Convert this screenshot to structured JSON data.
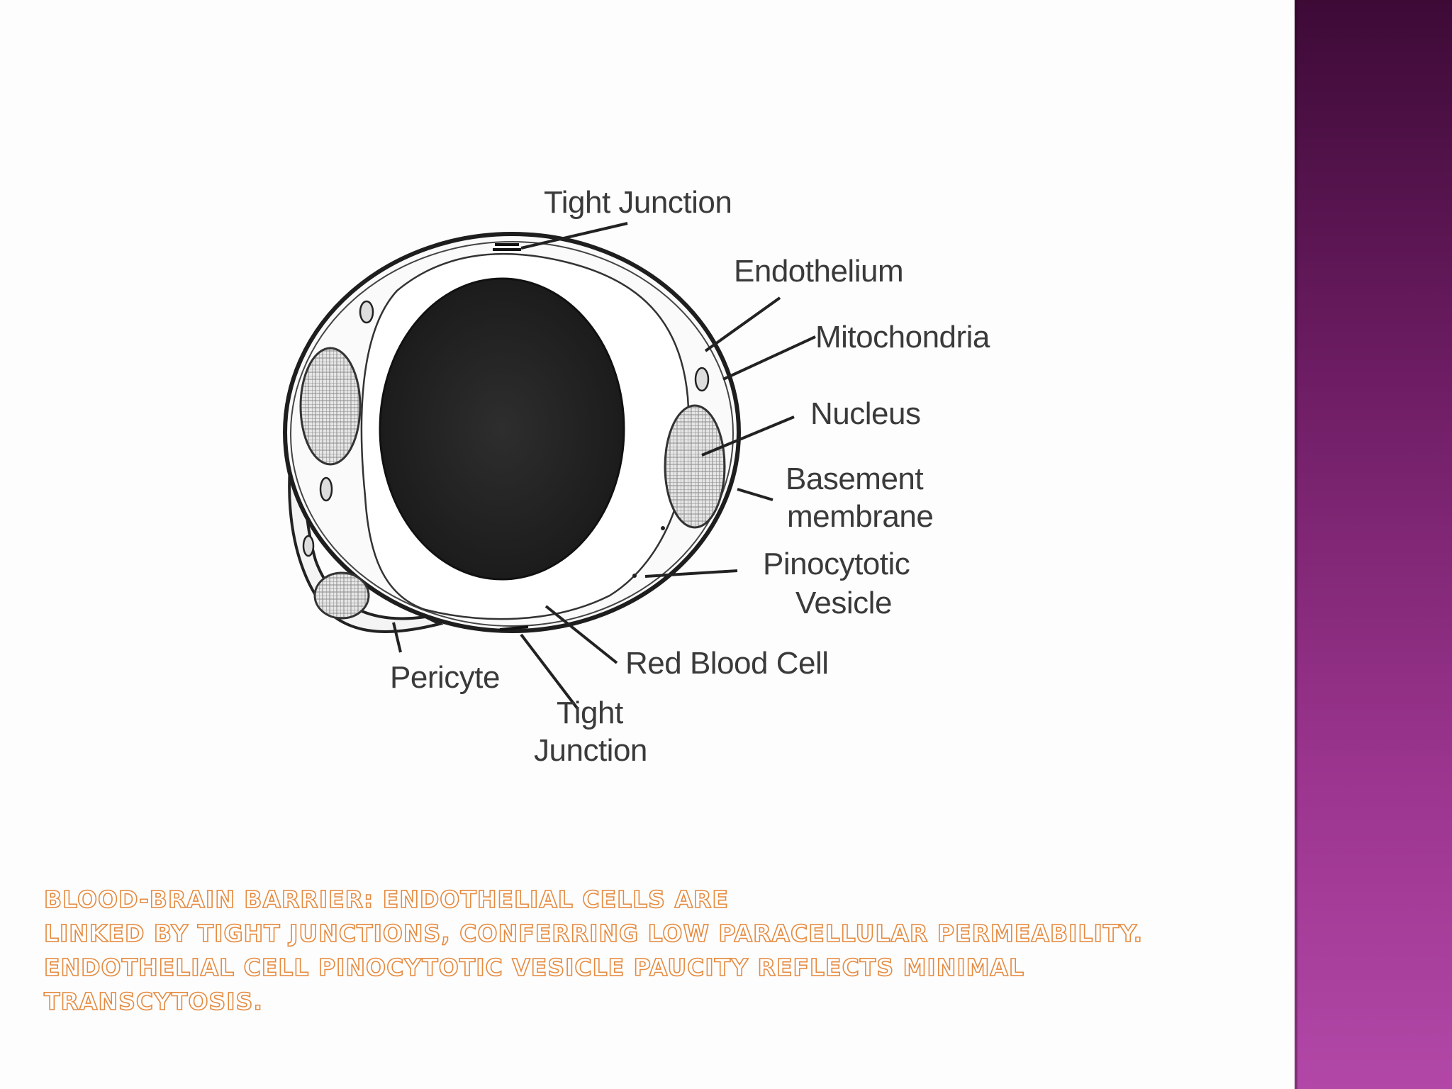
{
  "diagram": {
    "labels": {
      "tight_junction_top": "Tight Junction",
      "endothelium": "Endothelium",
      "mitochondria": "Mitochondria",
      "nucleus": "Nucleus",
      "basement_1": "Basement",
      "basement_2": "membrane",
      "pinocytotic_1": "Pinocytotic",
      "pinocytotic_2": "Vesicle",
      "red_blood_cell": "Red Blood Cell",
      "pericyte": "Pericyte",
      "tight_junction_bottom_1": "Tight",
      "tight_junction_bottom_2": "Junction"
    }
  },
  "caption": {
    "line1": "Blood-brain barrier: Endothelial cells are",
    "line2": "linked by tight junctions, conferring low paracellular permeability.",
    "line3": "Endothelial cell pinocytotic vesicle paucity reflects minimal",
    "line4": "transcytosis."
  },
  "colors": {
    "side_band_top": "#3d0a36",
    "side_band_bottom": "#b247a7",
    "caption_outline": "#e58a3f"
  }
}
